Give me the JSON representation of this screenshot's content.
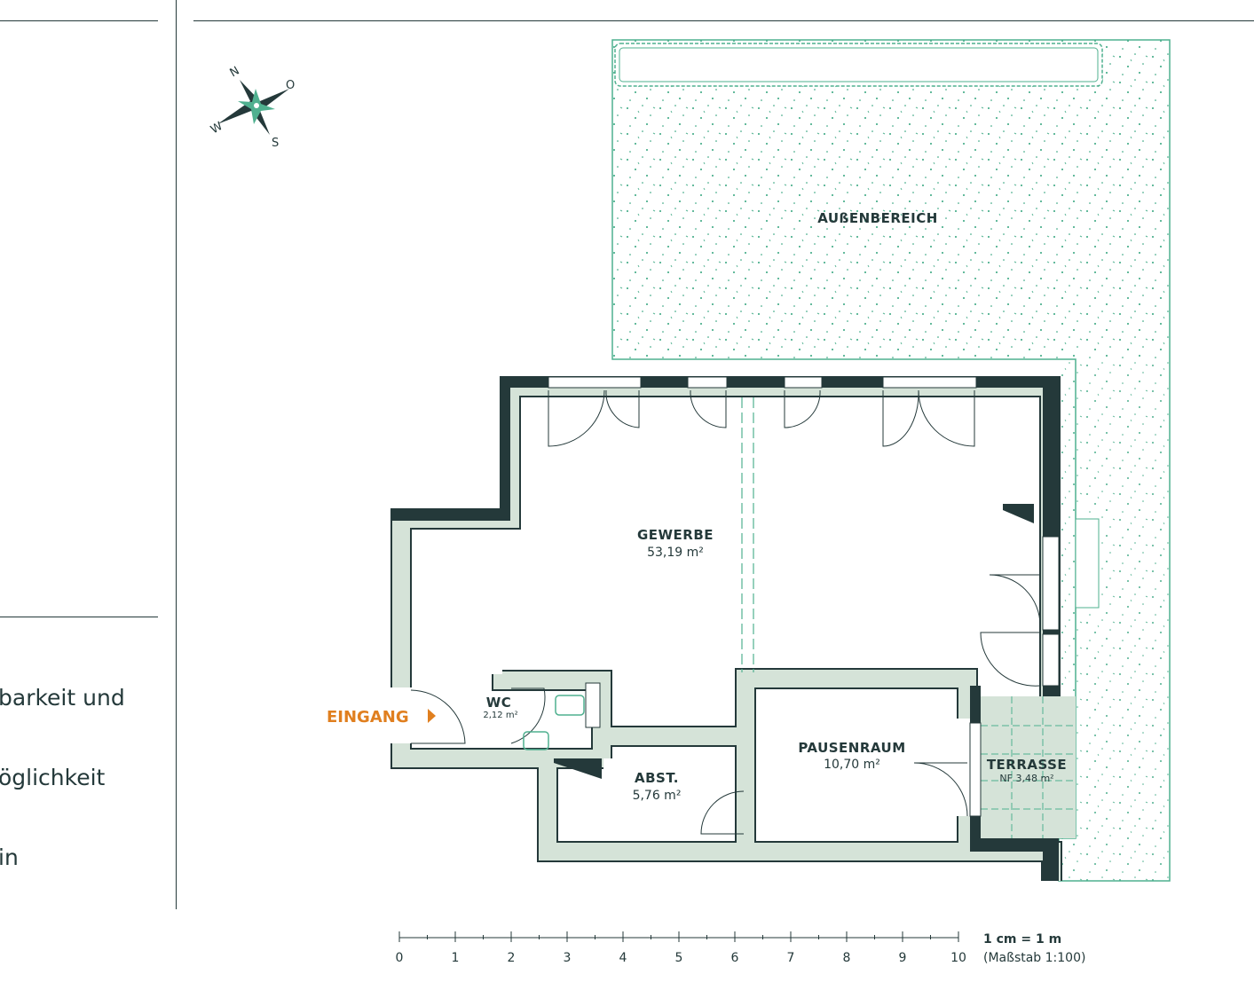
{
  "sidebar": {
    "fragments": [
      "barkeit und",
      "öglichkeit",
      "in"
    ]
  },
  "compass": {
    "n": "N",
    "o": "O",
    "s": "S",
    "w": "W"
  },
  "rooms": {
    "aussen": {
      "name": "AUßENBEREICH"
    },
    "gewerbe": {
      "name": "GEWERBE",
      "area": "53,19 m²"
    },
    "wc": {
      "name": "WC",
      "area": "2,12 m²"
    },
    "abst": {
      "name": "ABST.",
      "area": "5,76 m²"
    },
    "pausenraum": {
      "name": "PAUSENRAUM",
      "area": "10,70 m²"
    },
    "terrasse": {
      "name": "TERRASSE",
      "area": "NF  3,48 m²"
    }
  },
  "entrance": {
    "label": "EINGANG"
  },
  "scale": {
    "ticks": [
      "0",
      "1",
      "2",
      "3",
      "4",
      "5",
      "6",
      "7",
      "8",
      "9",
      "10"
    ],
    "title": "1 cm = 1 m",
    "subtitle": "(Maßstab 1:100)"
  },
  "colors": {
    "wall_dark": "#24393a",
    "wall_light": "#d5e3d8",
    "green": "#4fb08f",
    "accent": "#e07f1f"
  }
}
